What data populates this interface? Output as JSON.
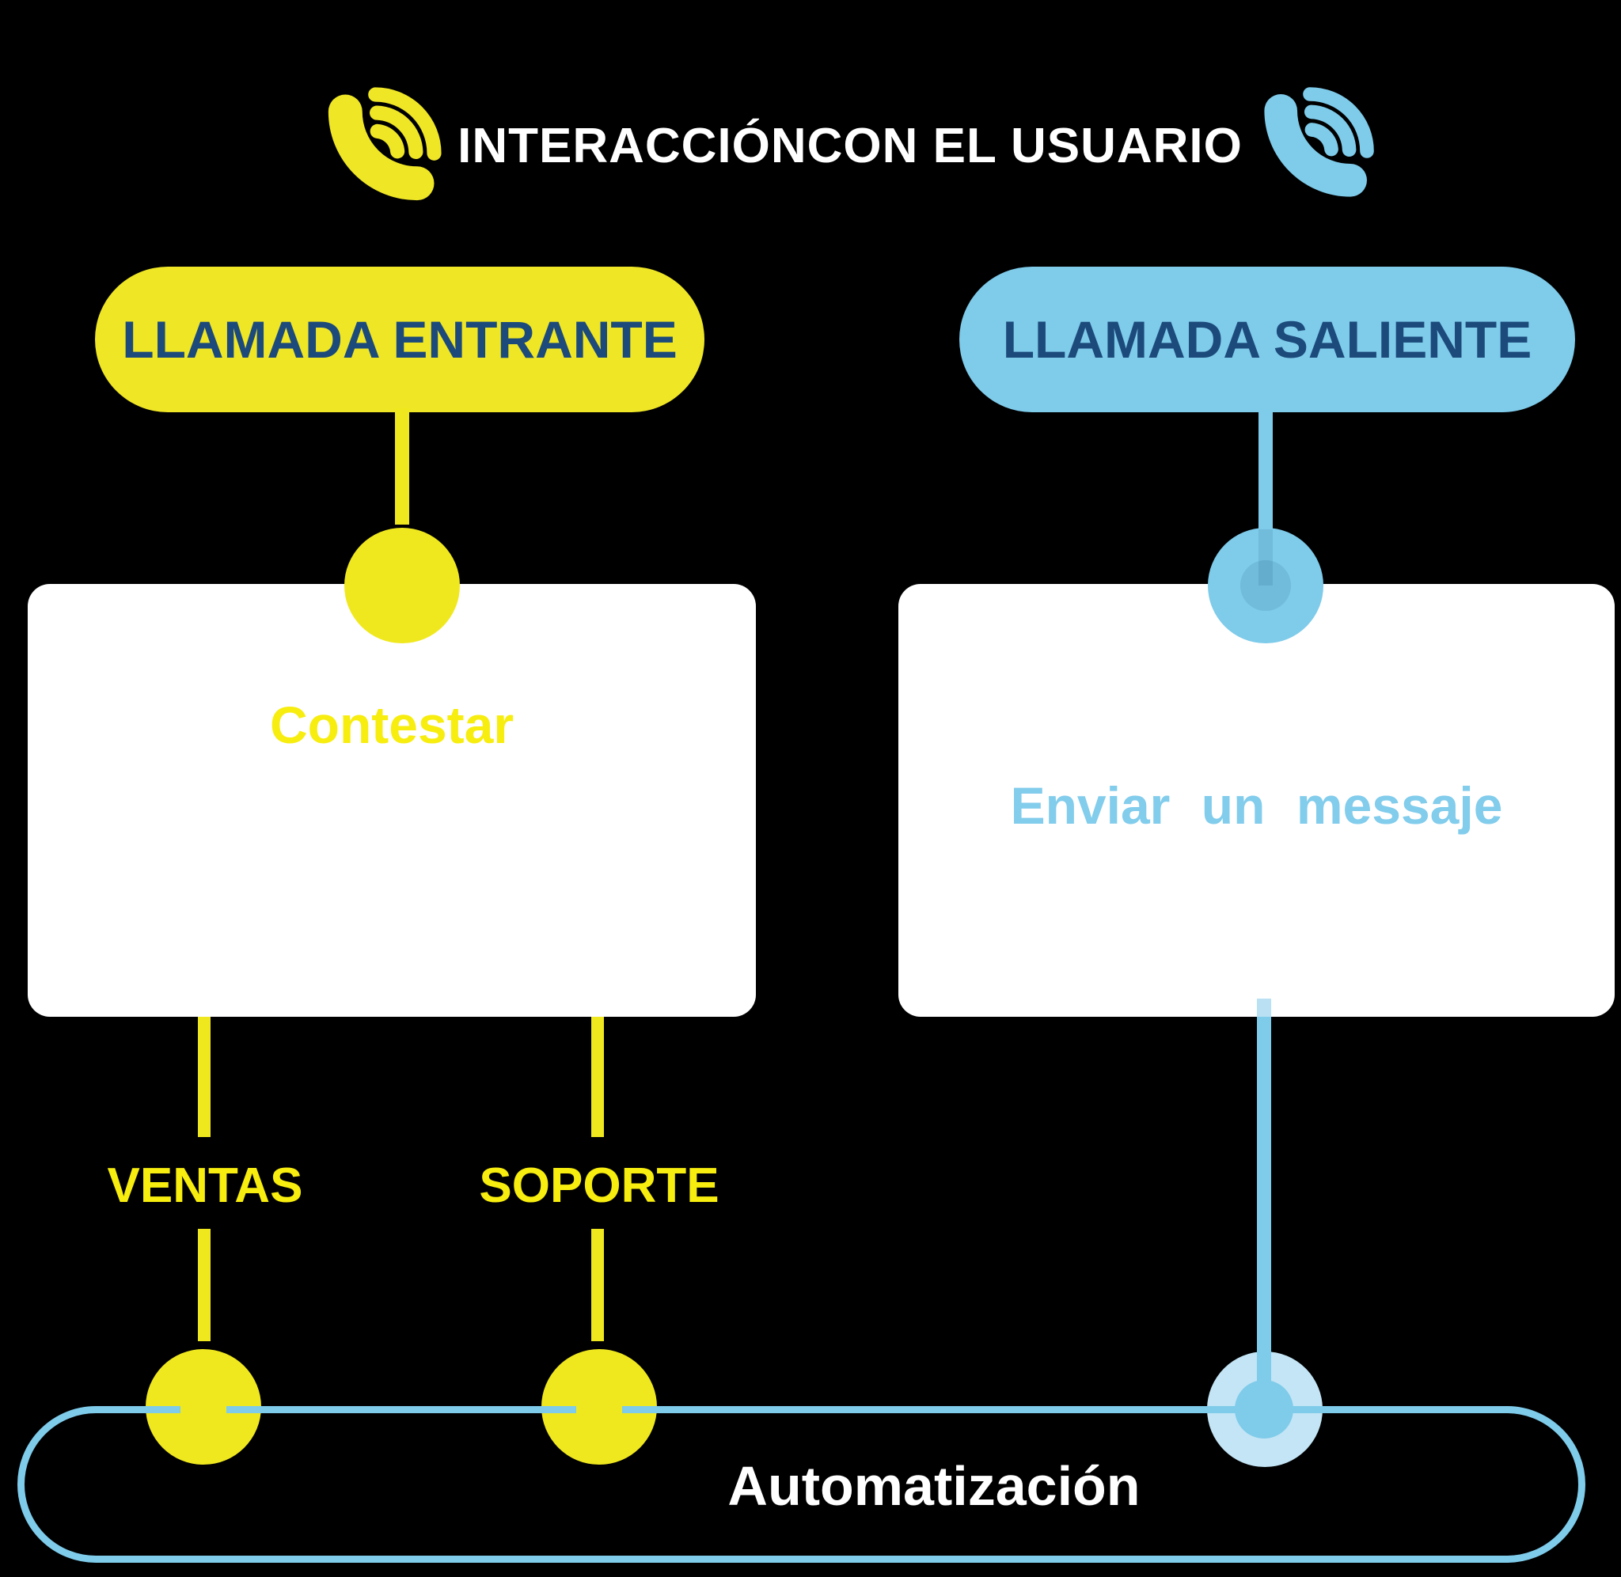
{
  "header": {
    "title": "INTERACCIÓNCON EL USUARIO",
    "left_icon": "phone-volume-icon",
    "right_icon": "phone-volume-icon"
  },
  "inbound": {
    "pill_label": "LLAMADA ENTRANTE",
    "action_label": "Contestar",
    "branches": [
      "VENTAS",
      "SOPORTE"
    ]
  },
  "outbound": {
    "pill_label": "LLAMADA SALIENTE",
    "action_label": "Enviar un messaje"
  },
  "automation": {
    "label": "Automatización"
  },
  "colors": {
    "background": "#000000",
    "yellow": "#EFE626",
    "yellow_text": "#F7ED0E",
    "sky_blue": "#7ECBEA",
    "light_blue_halo": "#C3E5F5",
    "navy_text": "#1C4A7B",
    "white": "#FFFFFF"
  }
}
